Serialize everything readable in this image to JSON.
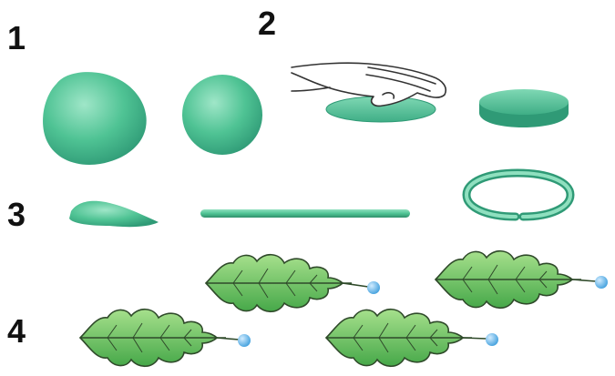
{
  "steps": [
    {
      "number": "1"
    },
    {
      "number": "2"
    },
    {
      "number": "3"
    },
    {
      "number": "4"
    }
  ],
  "colors": {
    "clay_light": "#8fe0bf",
    "clay_mid": "#4fc394",
    "clay_dark": "#2f9a76",
    "leaf_fill": "#5dbe5a",
    "leaf_light": "#9fdc86",
    "leaf_vein": "#2f4a2a",
    "stem_ball": "#6bb8e8",
    "hand_outline": "#333333"
  },
  "icons": [
    "hand-icon"
  ]
}
